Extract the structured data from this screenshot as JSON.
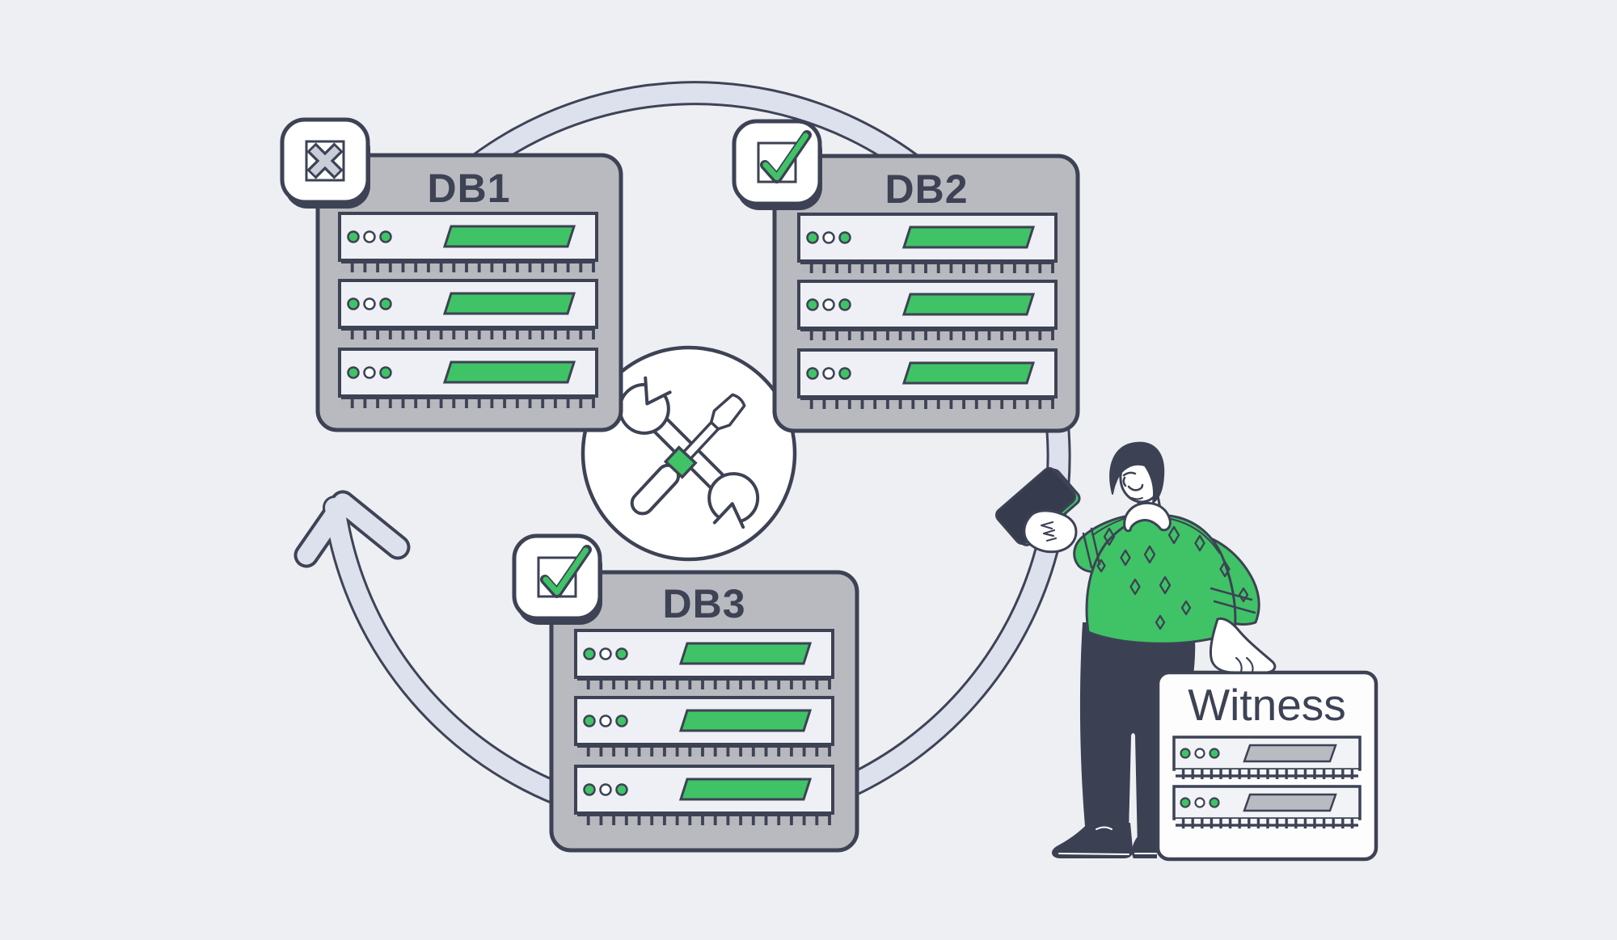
{
  "scene": {
    "description": "Database cluster failover illustration with three database servers, a witness server, a circular sync arrow and a maintenance tools emblem",
    "nodes": [
      {
        "label": "DB1",
        "status": "failed",
        "badge_icon": "x-icon",
        "server_units": 3,
        "bar_color": "#3fc366"
      },
      {
        "label": "DB2",
        "status": "healthy",
        "badge_icon": "check-icon",
        "server_units": 3,
        "bar_color": "#3fc366"
      },
      {
        "label": "DB3",
        "status": "healthy",
        "badge_icon": "check-icon",
        "server_units": 3,
        "bar_color": "#3fc366"
      },
      {
        "label": "Witness",
        "status": "observer",
        "badge_icon": "none",
        "server_units": 2,
        "bar_color": "#b9bbc2"
      }
    ],
    "center_emblem": "wrench-and-screwdriver",
    "cycle_arrow_direction": "clockwise",
    "led_colors": [
      "#3fc366",
      "#ffffff",
      "#3fc366"
    ],
    "colors": {
      "background": "#edeff3",
      "outline": "#3d4254",
      "box_gray": "#b9babf",
      "unit_fill": "#eef0f5",
      "accent_green": "#3fc366",
      "ribbon": "#dce1ed",
      "x_icon_gray": "#c9cdd7"
    }
  }
}
